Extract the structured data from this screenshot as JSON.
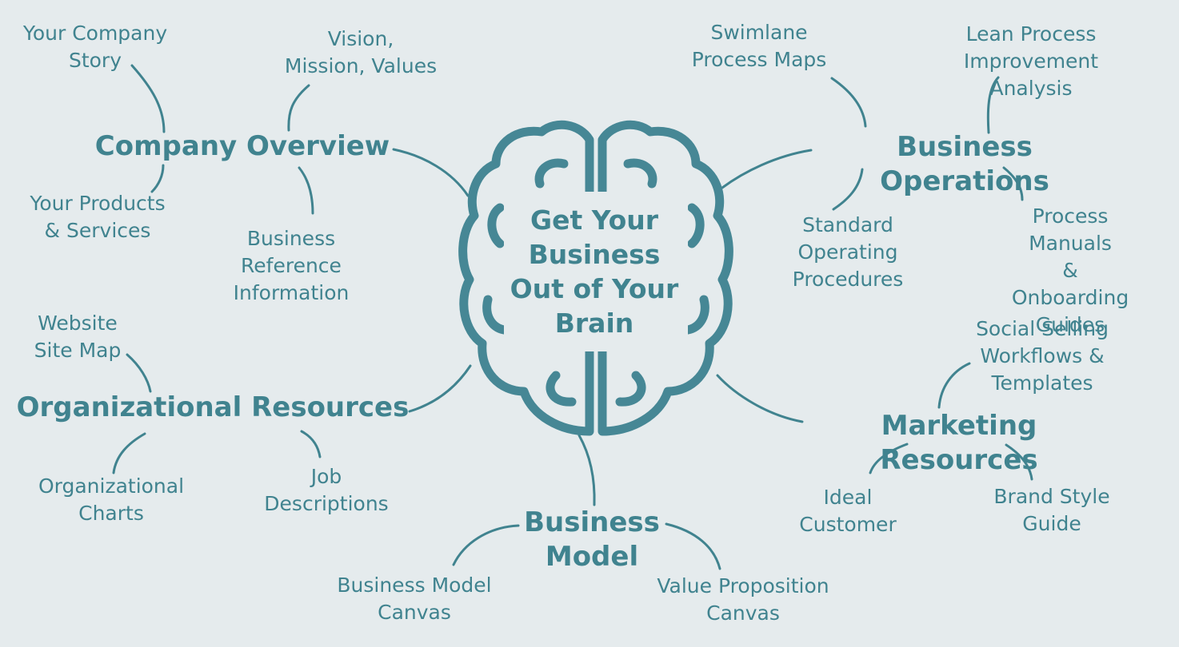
{
  "colors": {
    "background": "#e5ebed",
    "accent": "#40838f",
    "brain": "#468795"
  },
  "center": {
    "title": "Get Your\nBusiness\nOut of Your\nBrain",
    "icon": "brain-icon"
  },
  "branches": {
    "company_overview": {
      "label": "Company Overview",
      "children": [
        "Your Company\nStory",
        "Vision,\nMission, Values",
        "Your Products\n& Services",
        "Business\nReference\nInformation"
      ]
    },
    "business_operations": {
      "label": "Business Operations",
      "children": [
        "Swimlane\nProcess Maps",
        "Lean Process\nImprovement Analysis",
        "Standard\nOperating\nProcedures",
        "Process Manuals\n& Onboarding\nGuides"
      ]
    },
    "organizational_resources": {
      "label": "Organizational Resources",
      "children": [
        "Website\nSite Map",
        "Organizational\nCharts",
        "Job\nDescriptions"
      ]
    },
    "marketing_resources": {
      "label": "Marketing Resources",
      "children": [
        "Social Selling\nWorkflows &\nTemplates",
        "Ideal\nCustomer",
        "Brand Style\nGuide"
      ]
    },
    "business_model": {
      "label": "Business\nModel",
      "children": [
        "Business Model\nCanvas",
        "Value Proposition\nCanvas"
      ]
    }
  }
}
